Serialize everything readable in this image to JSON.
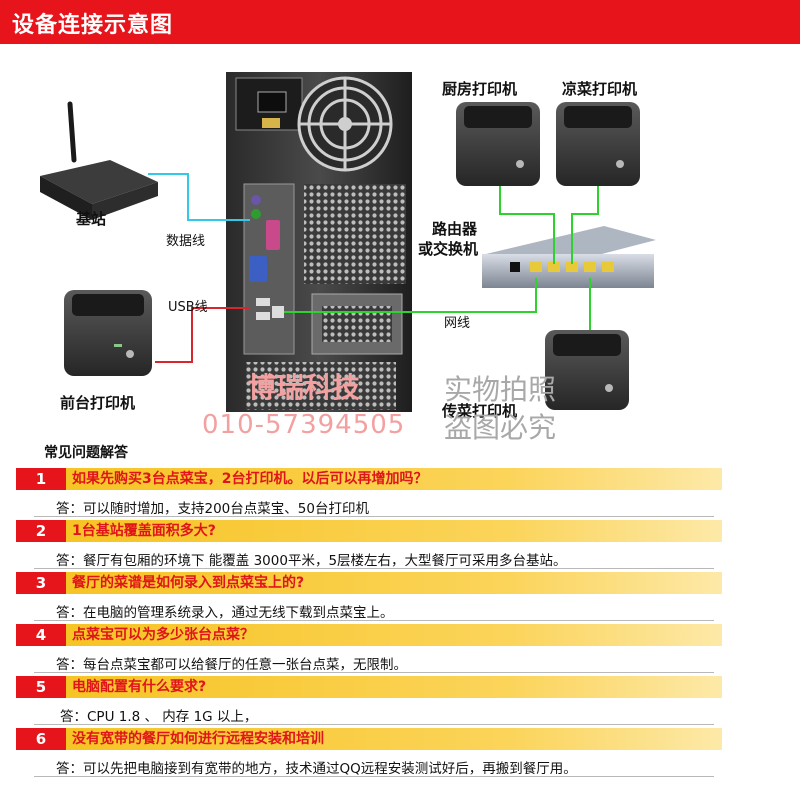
{
  "title": "设备连接示意图",
  "diagram": {
    "labels": {
      "base_station": "基站",
      "data_cable": "数据线",
      "usb_cable": "USB线",
      "front_printer": "前台打印机",
      "kitchen_printer": "厨房打印机",
      "cold_dish_printer": "凉菜打印机",
      "router_line1": "路由器",
      "router_line2": "或交换机",
      "network_cable": "网线",
      "serving_printer": "传菜打印机"
    },
    "watermark": {
      "company": "博瑞科技",
      "phone": "010-57394505",
      "photo_line1": "实物拍照",
      "photo_line2": "盗图必究"
    }
  },
  "faq": {
    "heading": "常见问题解答",
    "items": [
      {
        "num": "1",
        "question": "如果先购买3台点菜宝，2台打印机。以后可以再增加吗？",
        "answer": "答：可以随时增加，支持200台点菜宝、50台打印机"
      },
      {
        "num": "2",
        "question": "1台基站覆盖面积多大?",
        "answer": "答：餐厅有包厢的环境下 能覆盖 3000平米，5层楼左右，大型餐厅可采用多台基站。"
      },
      {
        "num": "3",
        "question": "餐厅的菜谱是如何录入到点菜宝上的?",
        "answer": "答：在电脑的管理系统录入，通过无线下载到点菜宝上。"
      },
      {
        "num": "4",
        "question": "点菜宝可以为多少张台点菜？",
        "answer": "答：每台点菜宝都可以给餐厅的任意一张台点菜，无限制。"
      },
      {
        "num": "5",
        "question": "电脑配置有什么要求?",
        "answer": "答：CPU 1.8 、 内存 1G  以上，"
      },
      {
        "num": "6",
        "question": "没有宽带的餐厅如何进行远程安装和培训",
        "answer": "答：可以先把电脑接到有宽带的地方，技术通过QQ远程安装测试好后，再搬到餐厅用。"
      }
    ]
  },
  "colors": {
    "title_red": "#e8141b",
    "question_bar_yellow": "#f6c21e",
    "question_text_red": "#e0141b",
    "cable_green": "#2fd12f",
    "cable_cyan": "#33c8e8",
    "cable_red": "#d8262c"
  }
}
